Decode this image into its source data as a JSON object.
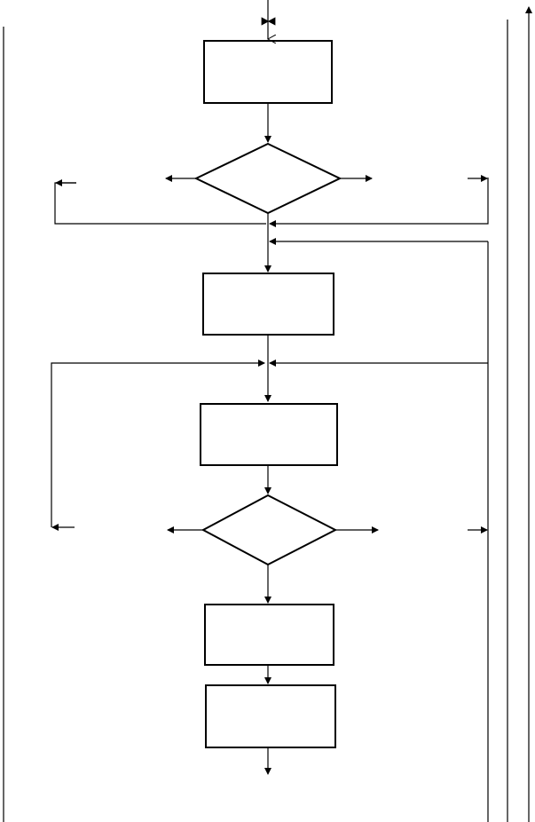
{
  "diagram": {
    "type": "flowchart",
    "line_color": "#000000",
    "background": "#ffffff",
    "nodes": [
      {
        "id": "process-1",
        "shape": "rectangle",
        "label": ""
      },
      {
        "id": "decision-1",
        "shape": "diamond",
        "label": ""
      },
      {
        "id": "process-2",
        "shape": "rectangle",
        "label": ""
      },
      {
        "id": "process-3",
        "shape": "rectangle",
        "label": ""
      },
      {
        "id": "decision-2",
        "shape": "diamond",
        "label": ""
      },
      {
        "id": "process-4",
        "shape": "rectangle",
        "label": ""
      },
      {
        "id": "process-5",
        "shape": "rectangle",
        "label": ""
      }
    ]
  }
}
